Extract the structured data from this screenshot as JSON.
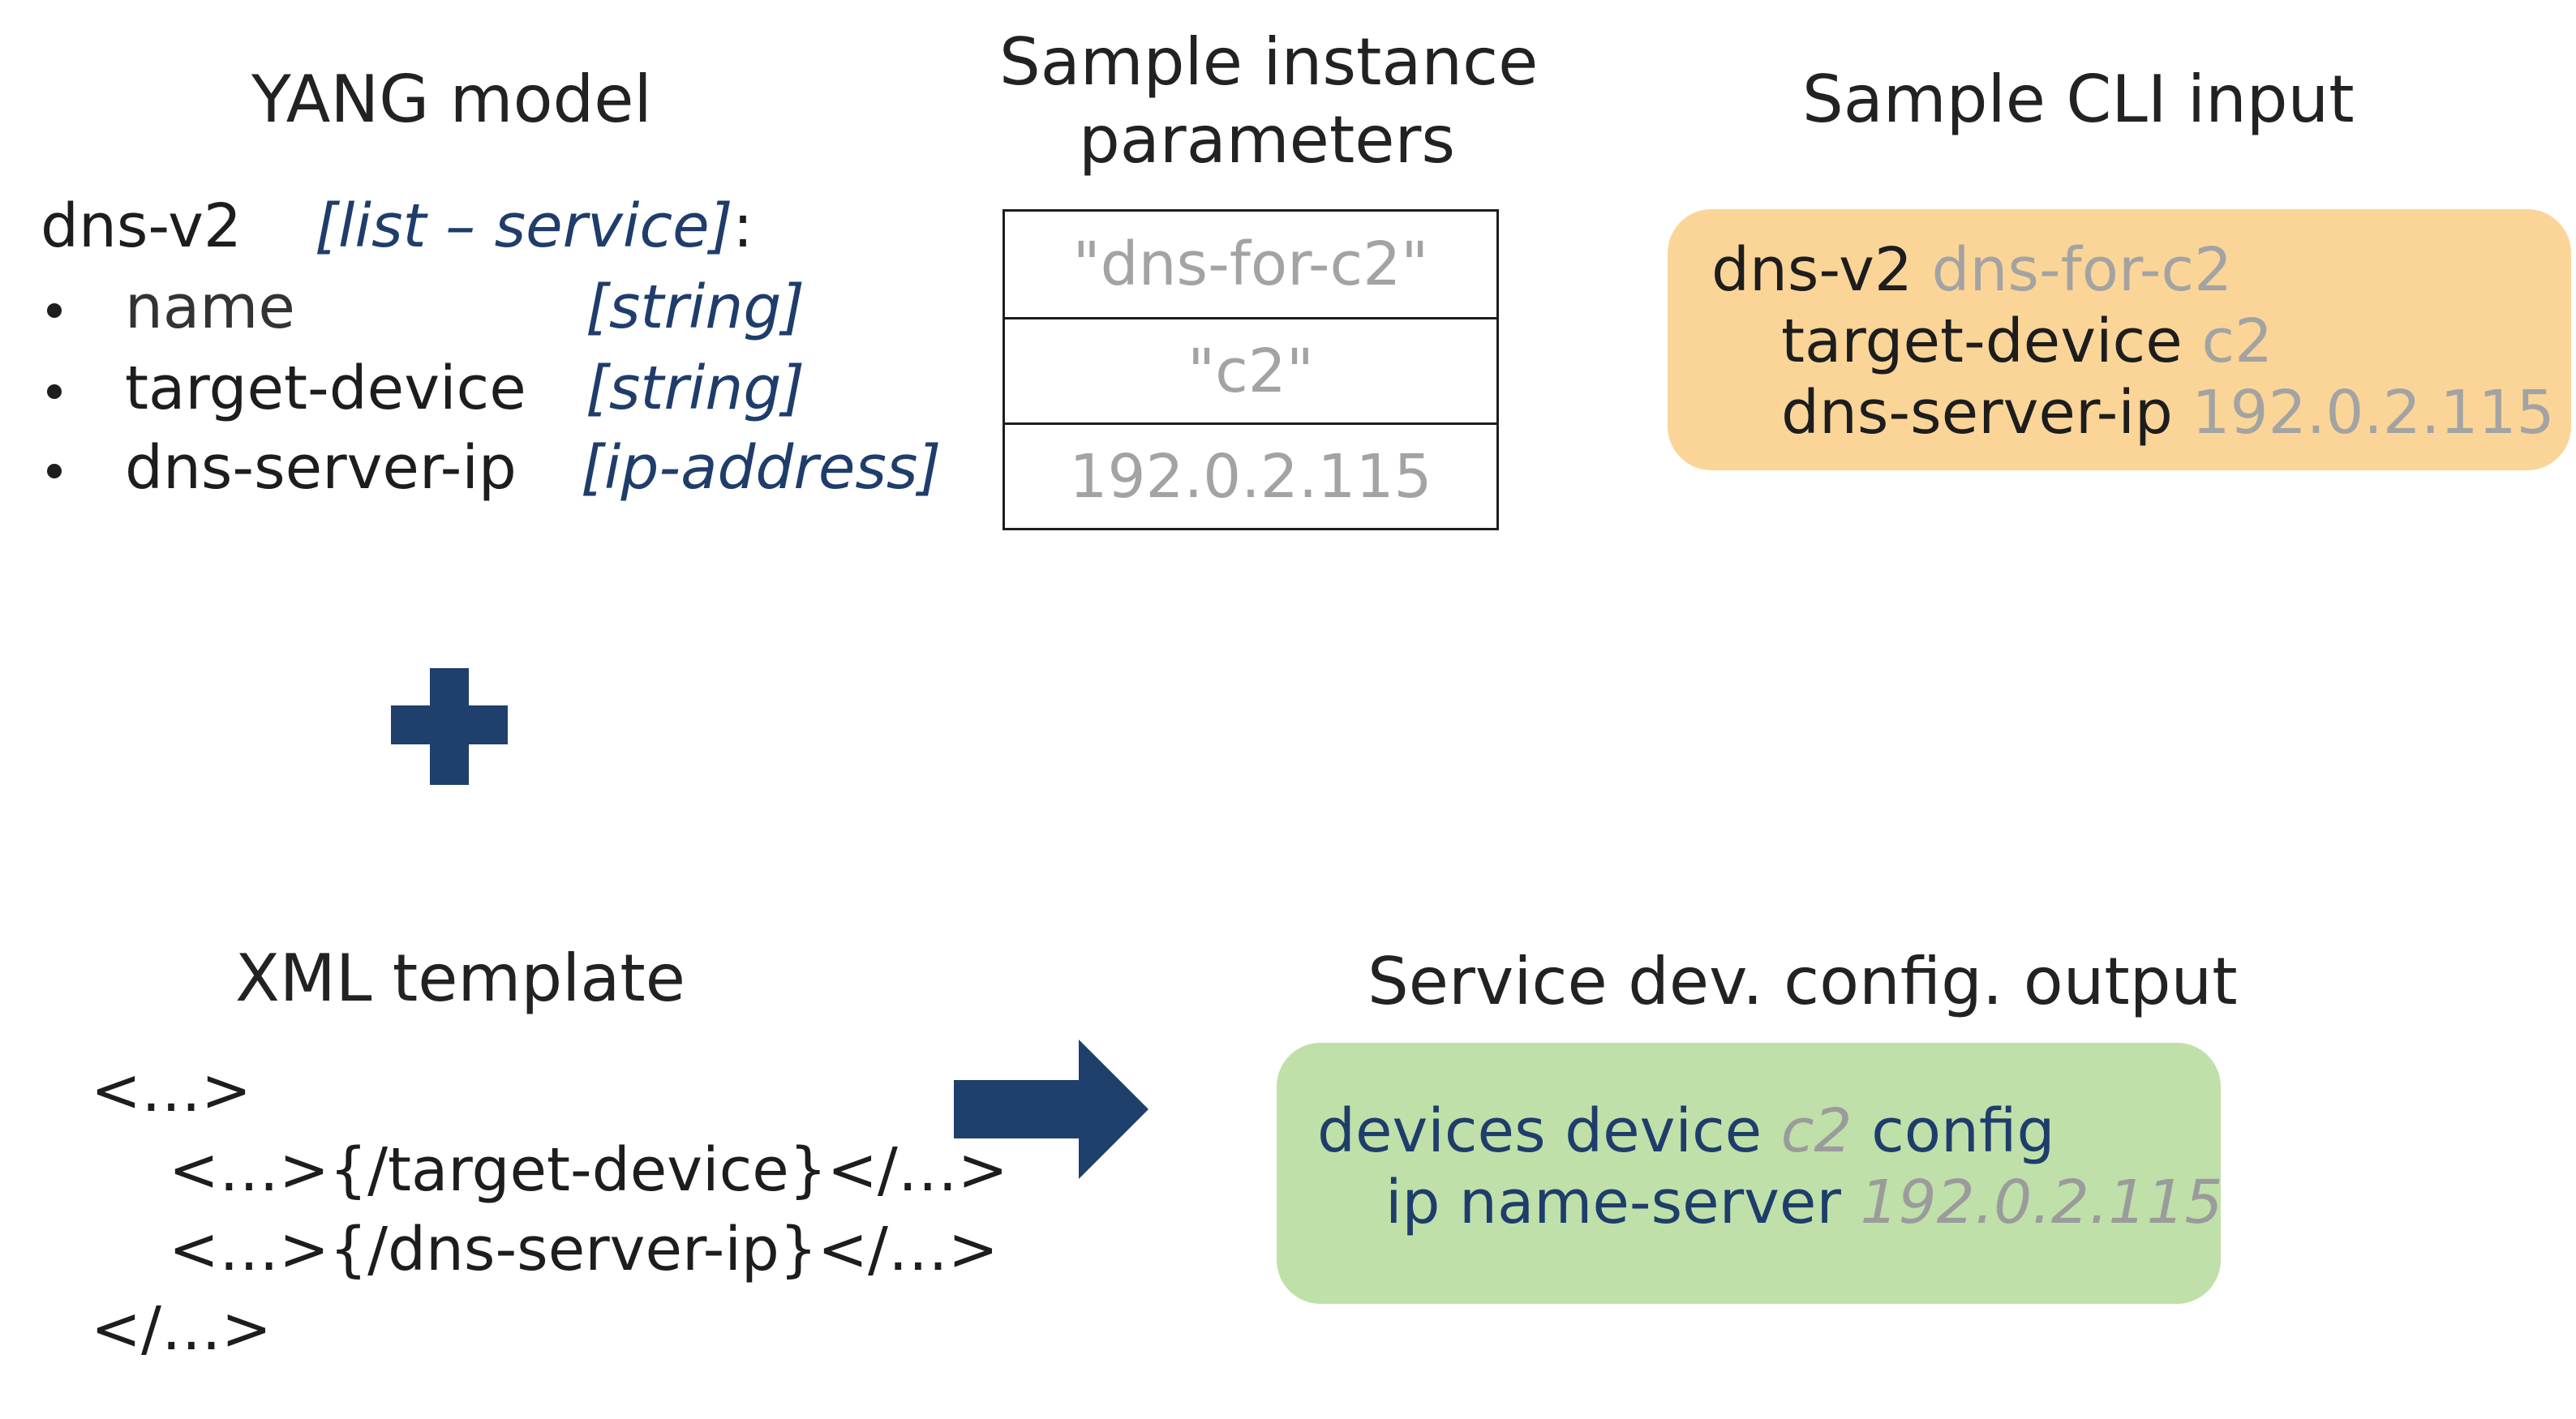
{
  "yang": {
    "heading": "YANG model",
    "list_name": "dns-v2",
    "list_type": "[list – service]",
    "list_colon": ":",
    "fields": [
      {
        "name": "name",
        "type": "[string]"
      },
      {
        "name": "target-device",
        "type": "[string]"
      },
      {
        "name": "dns-server-ip",
        "type": "[ip-address]"
      }
    ]
  },
  "instance": {
    "heading_line1": "Sample instance",
    "heading_line2": "parameters",
    "rows": [
      "\"dns-for-c2\"",
      "\"c2\"",
      "192.0.2.115"
    ]
  },
  "cli": {
    "heading": "Sample CLI input",
    "line1_key": "dns-v2",
    "line1_val": "dns-for-c2",
    "line2_key": "target-device",
    "line2_val": "c2",
    "line3_key": "dns-server-ip",
    "line3_val": "192.0.2.115"
  },
  "xml": {
    "heading": "XML template",
    "lines": [
      "<…>",
      "<…>{/target-device}</…>",
      "<…>{/dns-server-ip}</…>",
      "</…>"
    ]
  },
  "output": {
    "heading": "Service dev. config. output",
    "line1_pre": "devices device",
    "line1_val": "c2",
    "line1_post": "config",
    "line2_pre": "ip name-server",
    "line2_val": "192.0.2.115"
  },
  "colors": {
    "accent_navy": "#1f3f6c",
    "cli_bg": "#fbd597",
    "output_bg": "#bfe0a9",
    "value_grey": "#a3a3a3"
  },
  "icons": [
    "plus-icon",
    "arrow-right-icon"
  ]
}
